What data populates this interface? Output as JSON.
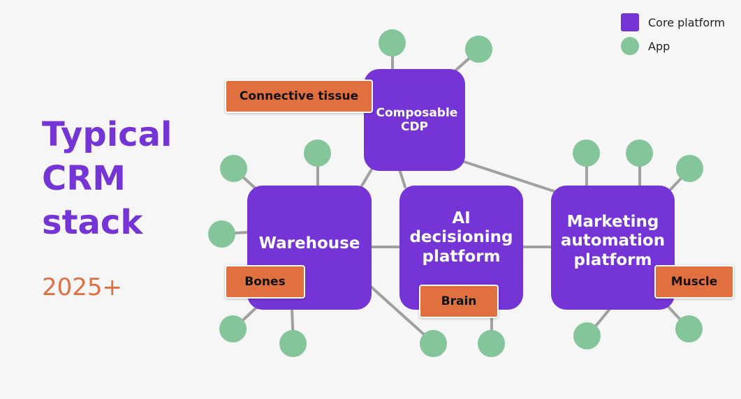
{
  "title": [
    "Typical",
    "CRM",
    "stack"
  ],
  "subtitle": "2025+",
  "legend": [
    {
      "label": "Core platform",
      "shape": "square",
      "color": "#7535d6"
    },
    {
      "label": "App",
      "shape": "circle",
      "color": "#84c69a"
    }
  ],
  "nodes": {
    "cdp": "Composable CDP",
    "warehouse": "Warehouse",
    "ai": "AI decisioning platform",
    "marketing": "Marketing automation platform"
  },
  "tags": {
    "cdp": "Connective tissue",
    "warehouse": "Bones",
    "ai": "Brain",
    "marketing": "Muscle"
  },
  "colors": {
    "core_platform": "#7535d6",
    "app": "#84c69a",
    "tag": "#e0703f",
    "title": "#7535d6",
    "subtitle": "#e0703f",
    "connector": "#a0a0a0"
  }
}
